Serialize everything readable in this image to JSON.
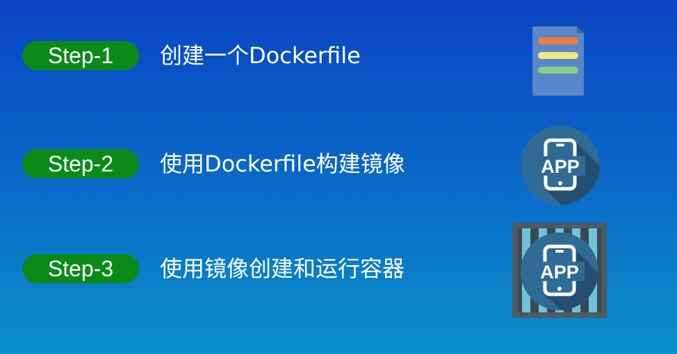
{
  "steps": [
    {
      "label": "Step-1",
      "text": "创建一个Dockerfile"
    },
    {
      "label": "Step-2",
      "text": "使用Dockerfile构建镜像"
    },
    {
      "label": "Step-3",
      "text": "使用镜像创建和运行容器"
    }
  ],
  "icons": {
    "dockerfile": "document-icon",
    "image": "app-phone-icon",
    "container": "container-app-icon",
    "app_text": "APP"
  },
  "colors": {
    "pill": "#0b8a1a",
    "document": "#5b86c7",
    "line_orange": "#f07b3c",
    "line_yellow": "#f2e682",
    "line_green": "#82d08a",
    "circle": "#2f6b95",
    "container_frame": "#4b5a63",
    "container_bars": "#6fc3d8"
  }
}
